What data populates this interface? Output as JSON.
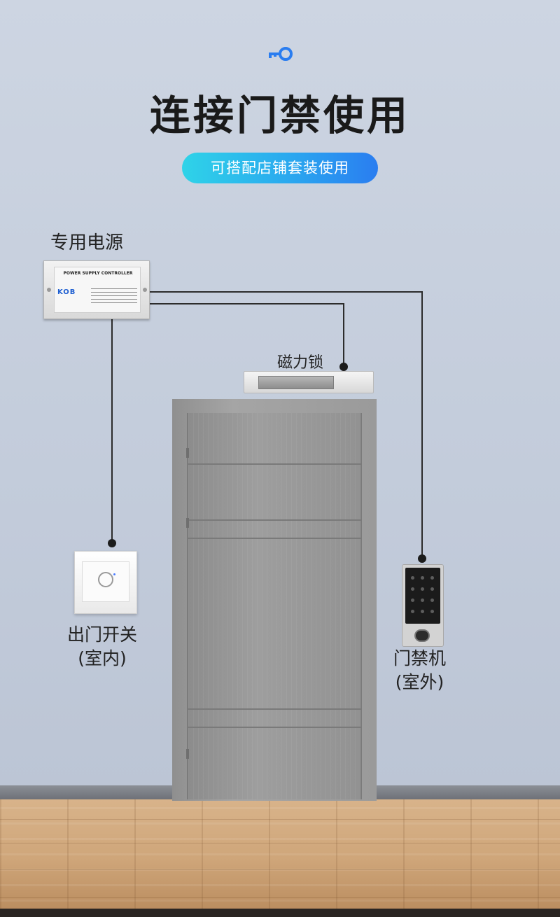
{
  "header": {
    "title": "连接门禁使用",
    "subtitle": "可搭配店铺套装使用",
    "accent_gradient": [
      "#2fd3e8",
      "#2a7df0"
    ],
    "icon": "key-icon"
  },
  "components": {
    "power_supply": {
      "label": "专用电源",
      "panel_title": "POWER SUPPLY CONTROLLER",
      "brand": "KOB"
    },
    "mag_lock": {
      "label": "磁力锁"
    },
    "exit_switch": {
      "label_line1": "出门开关",
      "label_line2": "(室内)"
    },
    "keypad": {
      "label_line1": "门禁机",
      "label_line2": "(室外)"
    }
  }
}
